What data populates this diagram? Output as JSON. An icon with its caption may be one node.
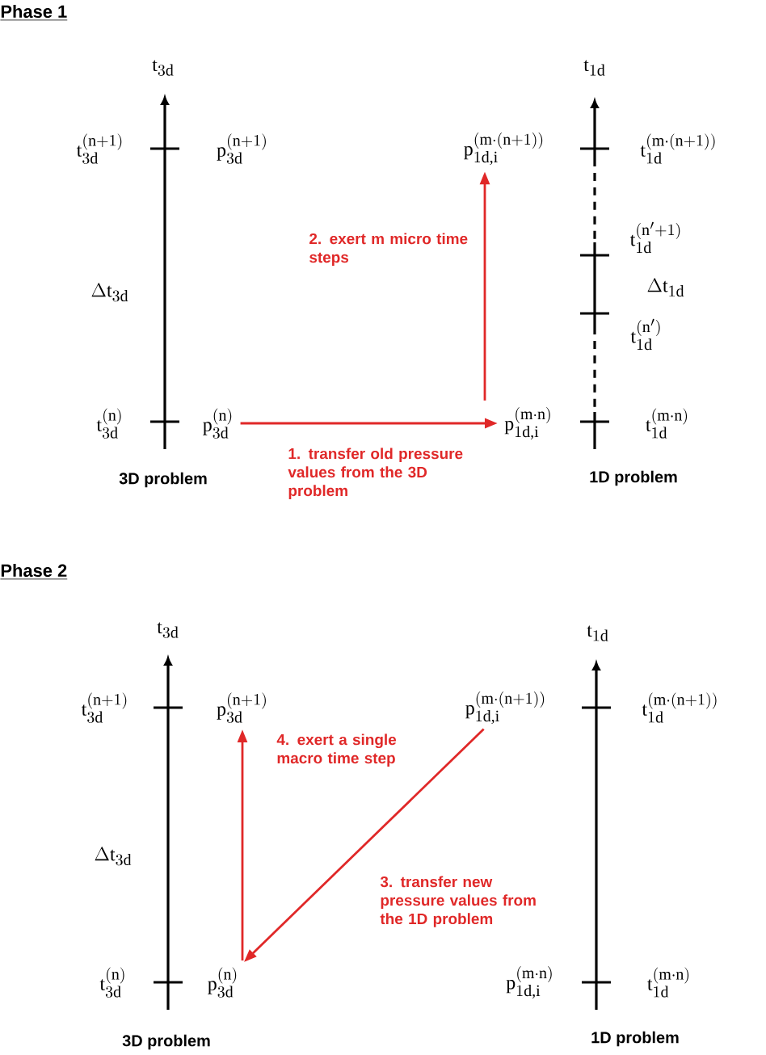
{
  "diagram": {
    "nodes": [
      {
        "text": [
          "p_{3d}^{(n)}"
        ]
      },
      {
        "text": [
          "p_{1d,i}^{(m\\cdot n)}"
        ]
      },
      {
        "text": [
          "p_{1d,i}^{(m\\cdot(n+1))}"
        ]
      },
      {
        "text": [
          "p_{1d,i}^{(m\\cdot(n+1))}"
        ]
      },
      {
        "text": [
          "p_{3d}^{(n)}"
        ]
      },
      {
        "text": [
          "p_{3d}^{(n+1)}"
        ]
      }
    ],
    "edges": [
      {
        "from": 0,
        "to": 1,
        "arrow": "to",
        "label": "1. transfer old pressure values from the 3D problem"
      },
      {
        "from": 1,
        "to": 2,
        "arrow": "to",
        "label": "2. exert m micro time steps"
      },
      {
        "from": 3,
        "to": 4,
        "arrow": "to",
        "label": "3. transfer new pressure values from the 1D problem"
      },
      {
        "from": 4,
        "to": 5,
        "arrow": "to",
        "label": "4. exert a single macro time step"
      }
    ],
    "labels": [
      "Phase 1",
      "t_{3d}",
      "t_{1d}",
      "t_{3d}^{(n+1)}",
      "p_{3d}^{(n+1)}",
      "t_{1d}^{(m\\cdot(n+1))}",
      "t_{1d}^{(n'+1)}",
      "\\Delta t_{3d}",
      "\\Delta t_{1d}",
      "t_{1d}^{(n')}",
      "t_{3d}^{(n)}",
      "t_{1d}^{(m\\cdot n)}",
      "3D problem",
      "1D problem",
      "Phase 2",
      "t_{3d}",
      "t_{1d}",
      "t_{3d}^{(n+1)}",
      "t_{1d}^{(m\\cdot(n+1))}",
      "\\Delta t_{3d}",
      "t_{3d}^{(n)}",
      "p_{1d,i}^{(m\\cdot n)}",
      "t_{1d}^{(m\\cdot n)}",
      "3D problem",
      "1D problem"
    ]
  }
}
